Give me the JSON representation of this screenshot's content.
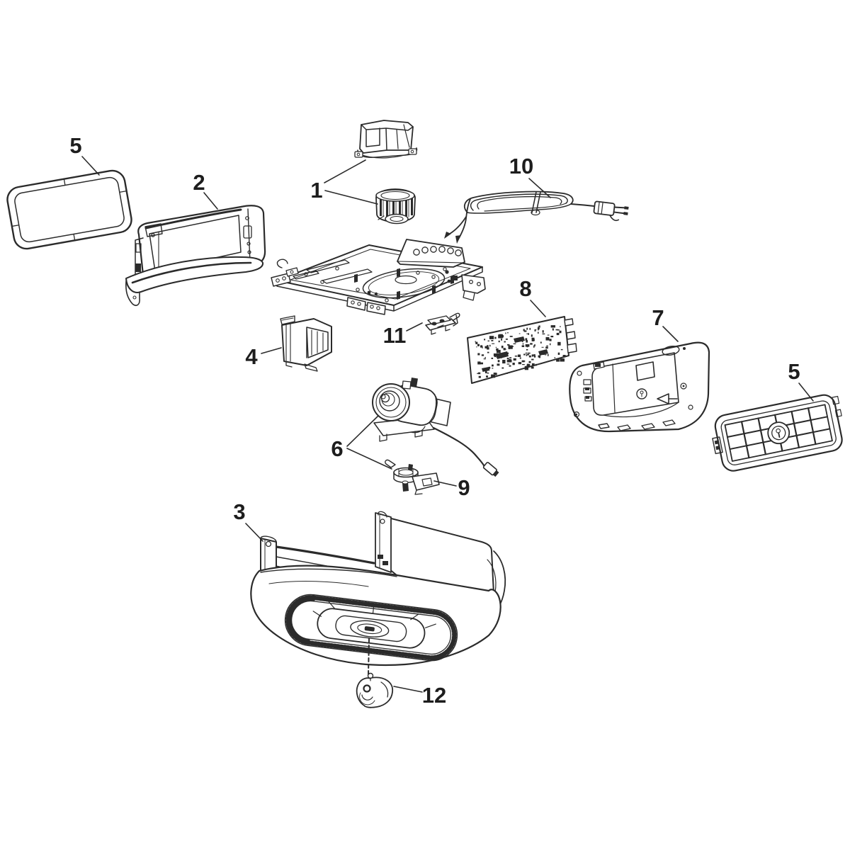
{
  "diagram": {
    "colors": {
      "background": "#ffffff",
      "line": "#2b2b2b",
      "label": "#1d1d1d"
    },
    "labels": {
      "part5_left": "5",
      "part2": "2",
      "part1": "1",
      "part10": "10",
      "part8": "8",
      "part7": "7",
      "part5_right": "5",
      "part4": "4",
      "part11": "11",
      "part6": "6",
      "part9": "9",
      "part3": "3",
      "part12": "12"
    }
  }
}
